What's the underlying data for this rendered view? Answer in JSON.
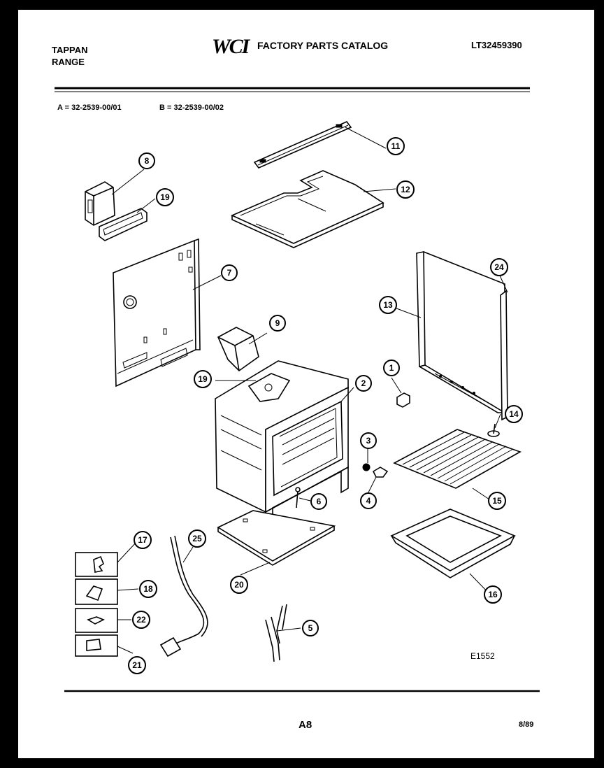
{
  "header": {
    "brand_line1": "TAPPAN",
    "brand_line2": "RANGE",
    "logo": "WCI",
    "catalog_title": "FACTORY PARTS CATALOG",
    "model_number": "LT32459390"
  },
  "codes": {
    "a": "A = 32-2539-00/01",
    "b": "B = 32-2539-00/02"
  },
  "callouts": [
    {
      "id": "c1",
      "label": "1"
    },
    {
      "id": "c2",
      "label": "2"
    },
    {
      "id": "c3",
      "label": "3"
    },
    {
      "id": "c4",
      "label": "4"
    },
    {
      "id": "c5",
      "label": "5"
    },
    {
      "id": "c6",
      "label": "6"
    },
    {
      "id": "c7",
      "label": "7"
    },
    {
      "id": "c8",
      "label": "8"
    },
    {
      "id": "c9",
      "label": "9"
    },
    {
      "id": "c11",
      "label": "11"
    },
    {
      "id": "c12",
      "label": "12"
    },
    {
      "id": "c13",
      "label": "13"
    },
    {
      "id": "c14",
      "label": "14"
    },
    {
      "id": "c15",
      "label": "15"
    },
    {
      "id": "c16",
      "label": "16"
    },
    {
      "id": "c17",
      "label": "17"
    },
    {
      "id": "c18",
      "label": "18"
    },
    {
      "id": "c19a",
      "label": "19"
    },
    {
      "id": "c19b",
      "label": "19"
    },
    {
      "id": "c20",
      "label": "20"
    },
    {
      "id": "c21",
      "label": "21"
    },
    {
      "id": "c22",
      "label": "22"
    },
    {
      "id": "c24",
      "label": "24"
    },
    {
      "id": "c25",
      "label": "25"
    }
  ],
  "footer": {
    "figure_code": "E1552",
    "page_code": "A8",
    "date_code": "8/89"
  }
}
